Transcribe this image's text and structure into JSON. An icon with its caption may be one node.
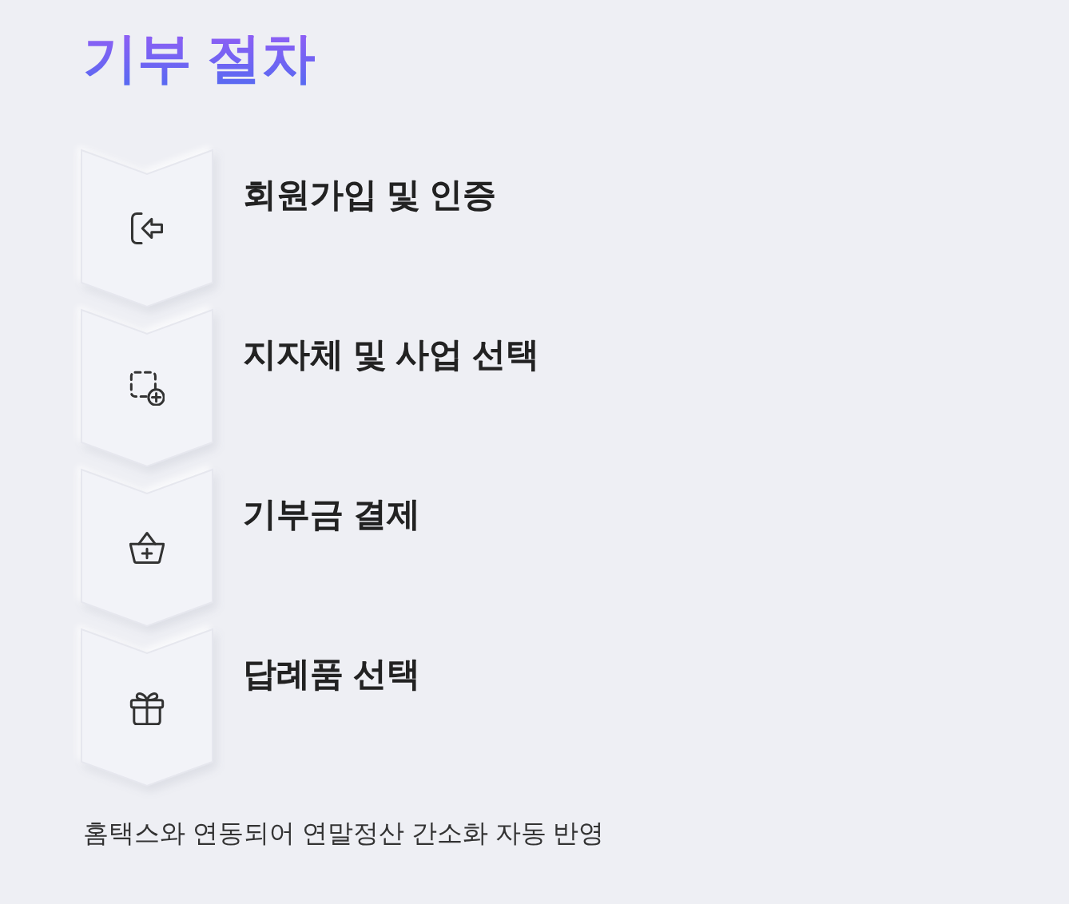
{
  "diagram": {
    "title": "기부 절차",
    "nodes": [
      {
        "text": [],
        "shape": "chevron",
        "beside": [
          "회원가입 및 인증"
        ]
      },
      {
        "text": [],
        "shape": "chevron",
        "beside": [
          "지자체 및 사업 선택"
        ]
      },
      {
        "text": [],
        "shape": "chevron",
        "beside": [
          "기부금 결제"
        ]
      },
      {
        "text": [],
        "shape": "chevron",
        "beside": [
          "답례품 선택"
        ]
      }
    ],
    "caption": "홈택스와 연동되어 연말정산 간소화 자동 반영"
  }
}
